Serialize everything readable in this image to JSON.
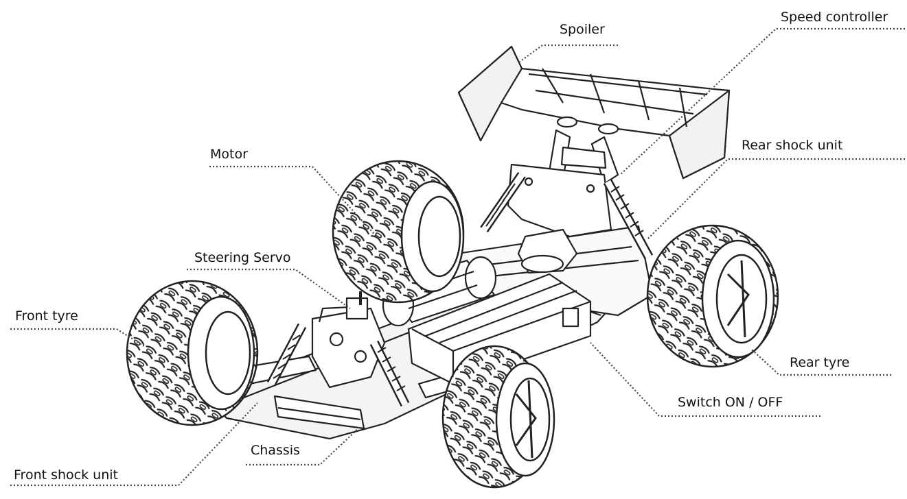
{
  "labels": {
    "spoiler": "Spoiler",
    "speed_controller": "Speed controller",
    "motor": "Motor",
    "rear_shock_unit": "Rear shock unit",
    "steering_servo": "Steering Servo",
    "front_tyre": "Front tyre",
    "rear_tyre": "Rear tyre",
    "switch": "Switch ON / OFF",
    "chassis": "Chassis",
    "front_shock_unit": "Front shock unit"
  },
  "colors": {
    "line": "#222222",
    "leader": "#444444",
    "fill": "#ffffff",
    "shade": "#d9d9d9"
  }
}
